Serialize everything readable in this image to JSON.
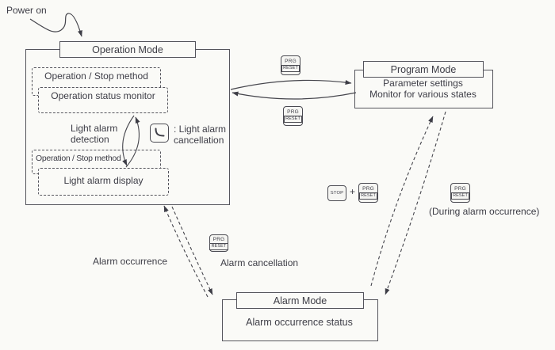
{
  "power_on": "Power on",
  "operation": {
    "title": "Operation Mode",
    "box1": "Operation / Stop method",
    "box2": "Operation status monitor",
    "detection_line1": "Light alarm",
    "detection_line2": "detection",
    "cancel_line1": ": Light alarm",
    "cancel_line2": "cancellation",
    "box3": "Operation / Stop method",
    "box4": "Light alarm display"
  },
  "program": {
    "title": "Program Mode",
    "line1": "Parameter settings",
    "line2": "Monitor for various states"
  },
  "alarm": {
    "title": "Alarm Mode",
    "body": "Alarm occurrence status"
  },
  "labels": {
    "alarm_occurrence": "Alarm occurrence",
    "alarm_cancellation": "Alarm cancellation",
    "during_alarm": "(During alarm occurrence)",
    "plus": "+"
  },
  "keys": {
    "prg": "PRG",
    "reset": "RESET",
    "stop": "STOP"
  },
  "icons": {
    "enter_key": "set-enter-key"
  },
  "colors": {
    "background": "#fafaf7",
    "text": "#3d3d46",
    "line": "#55555c"
  }
}
